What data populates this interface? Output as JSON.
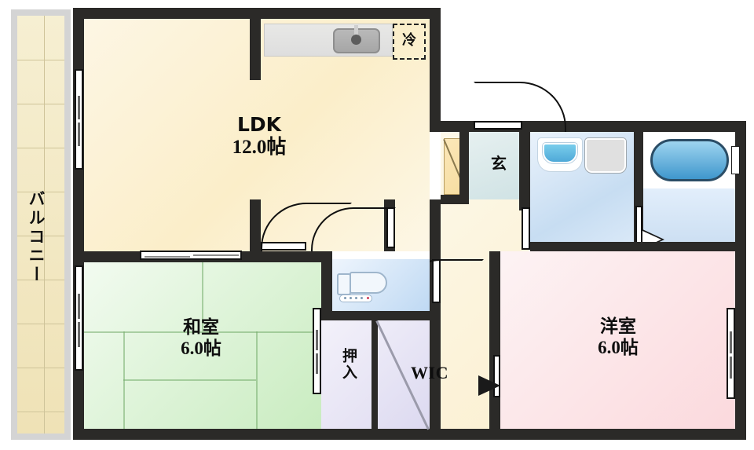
{
  "plan": {
    "type": "japanese-apartment-floorplan",
    "layout_code": "2LDK",
    "unit_system": "jo (帖)",
    "background": "#ffffff",
    "wall_color": "#2b2a28"
  },
  "balcony": {
    "label": "バルコニー",
    "label_romaji": "balcony",
    "fill": "#efe2b6",
    "frame": "#d4d4d4"
  },
  "rooms": [
    {
      "id": "ldk",
      "name": "LDK",
      "size": "12.0帖",
      "size_value": 12.0,
      "unit": "帖",
      "fill": "#fbeec9"
    },
    {
      "id": "washitsu",
      "name": "和室",
      "name_romaji": "washitsu",
      "size": "6.0帖",
      "size_value": 6.0,
      "unit": "帖",
      "fill": "#c9ecc0"
    },
    {
      "id": "yoshitsu",
      "name": "洋室",
      "name_romaji": "yoshitsu",
      "size": "6.0帖",
      "size_value": 6.0,
      "unit": "帖",
      "fill": "#fbd9dd"
    },
    {
      "id": "wic",
      "name": "WIC",
      "fill": "#dcd9f0"
    },
    {
      "id": "oshiire",
      "name": "押入",
      "name_romaji": "oshiire",
      "fill": "#e4e1f3"
    },
    {
      "id": "genkan",
      "name": "玄",
      "name_romaji": "genkan",
      "fill": "#cfe2e4"
    }
  ],
  "fixtures": {
    "refrigerator_label": "冷",
    "refrigerator_note": "dashed-outline-space",
    "kitchen_counter": "kitchen-counter",
    "kitchen_sink": "kitchen-sink",
    "lavatory_basin": "lavatory-basin",
    "washing_machine": "washing-machine-space",
    "bathtub": "bathtub",
    "toilet": "toilet",
    "shoe_cabinet": "shoe-cabinet"
  },
  "icons": {
    "door_swing": "door-swing-arc",
    "sliding_door": "sliding-door",
    "window": "window-symbol",
    "folding_door": "folding-door"
  }
}
